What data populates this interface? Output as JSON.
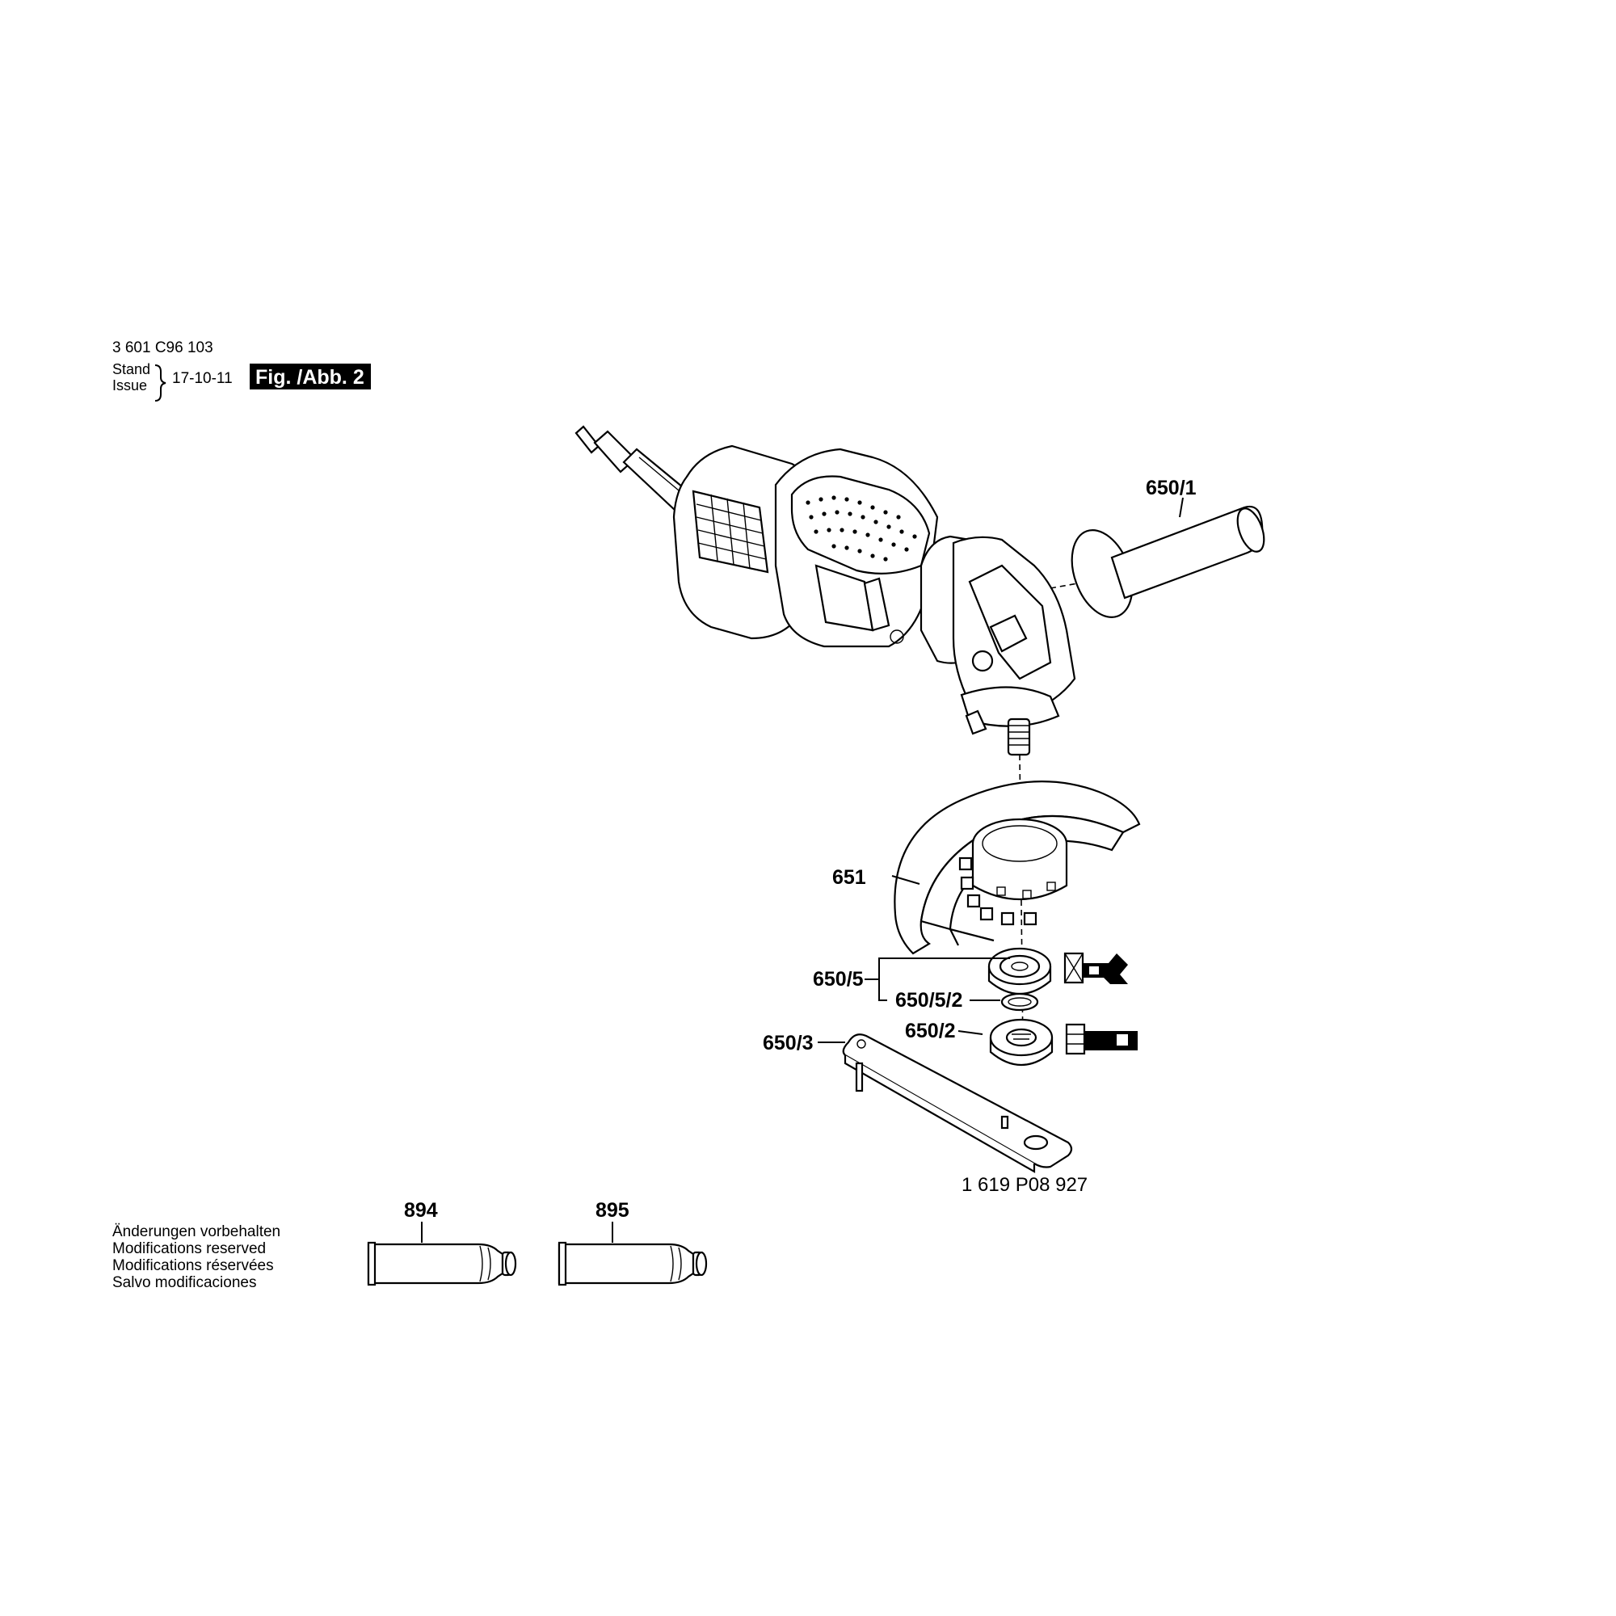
{
  "header": {
    "part_number": "3 601 C96 103",
    "stand": "Stand",
    "issue": "Issue",
    "date": "17-10-11",
    "figure": "Fig. /Abb. 2"
  },
  "labels": {
    "p650_1": "650/1",
    "p651": "651",
    "p650_5": "650/5",
    "p650_5_2": "650/5/2",
    "p650_2": "650/2",
    "p650_3": "650/3",
    "wrench_number": "1 619 P08 927",
    "p894": "894",
    "p895": "895"
  },
  "notes": [
    "Änderungen vorbehalten",
    "Modifications reserved",
    "Modifications réservées",
    "Salvo modificaciones"
  ]
}
